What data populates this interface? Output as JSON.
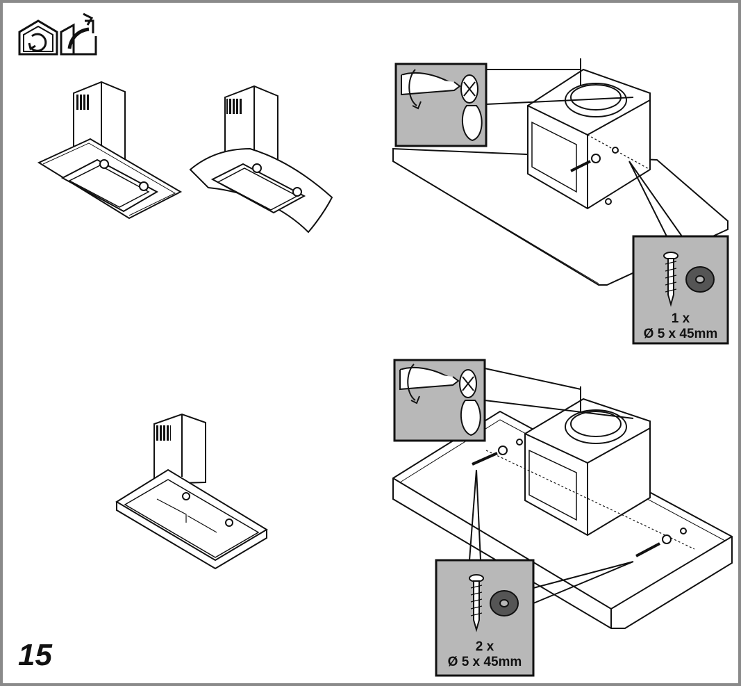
{
  "step": {
    "number": "15"
  },
  "icons": [
    {
      "name": "recirculation-mode-icon"
    },
    {
      "name": "ducted-extraction-mode-icon"
    }
  ],
  "callouts": {
    "top": {
      "quantity": "1 x",
      "spec": "Ø 5 x 45mm"
    },
    "bottom": {
      "quantity": "2 x",
      "spec": "Ø 5 x 45mm"
    }
  },
  "colors": {
    "frame": "#8a8a8a",
    "line": "#111111",
    "panel": "#b8b8b8",
    "washer": "#555555"
  }
}
